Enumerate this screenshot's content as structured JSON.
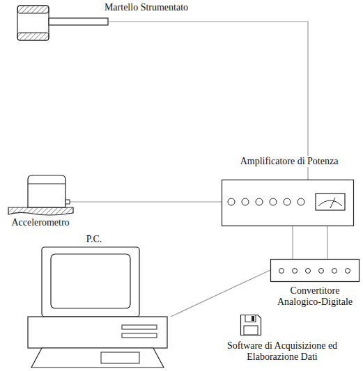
{
  "diagram": {
    "nodes": [
      {
        "text": [
          "Martello Strumentato"
        ]
      },
      {
        "text": [
          "Amplificatore di Potenza"
        ]
      },
      {
        "text": [
          "Accelerometro"
        ]
      },
      {
        "text": [
          "P.C."
        ]
      },
      {
        "text": [
          "Convertitore Analogico-Digitale"
        ]
      },
      {
        "text": [
          "Software di Acquisizione ed Elaborazione Dati"
        ]
      }
    ],
    "edges": [
      {
        "from": 0,
        "to": 1,
        "arrow": "none"
      },
      {
        "from": 2,
        "to": 1,
        "arrow": "none"
      },
      {
        "from": 1,
        "to": 4,
        "arrow": "none"
      },
      {
        "from": 1,
        "to": 4,
        "arrow": "none"
      },
      {
        "from": 4,
        "to": 3,
        "arrow": "none"
      }
    ]
  }
}
